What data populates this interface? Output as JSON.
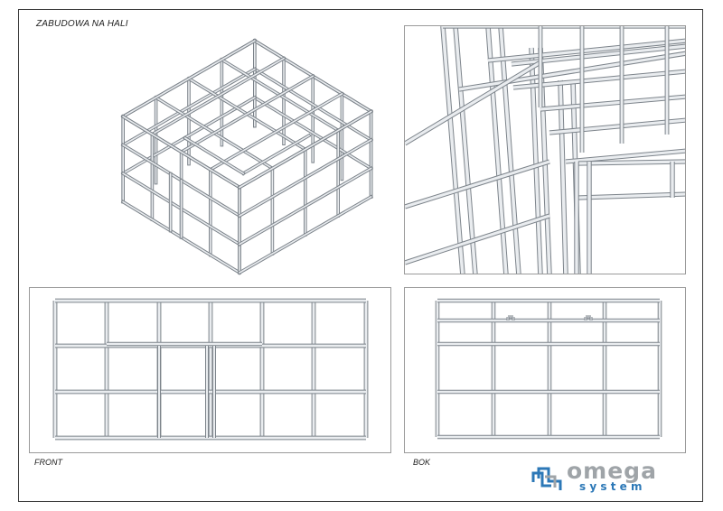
{
  "sheet": {
    "title": "ZABUDOWA NA HALI"
  },
  "views": {
    "front_label": "FRONT",
    "side_label": "BOK"
  },
  "logo": {
    "word": "omega",
    "subword": "system",
    "primary_color": "#2c78b7",
    "secondary_color": "#9fa4a8"
  },
  "colors": {
    "frame_light": "#e9ecef",
    "frame_mid": "#c4c9ce",
    "frame_dark": "#7d848b",
    "border": "#3a3a3a"
  }
}
